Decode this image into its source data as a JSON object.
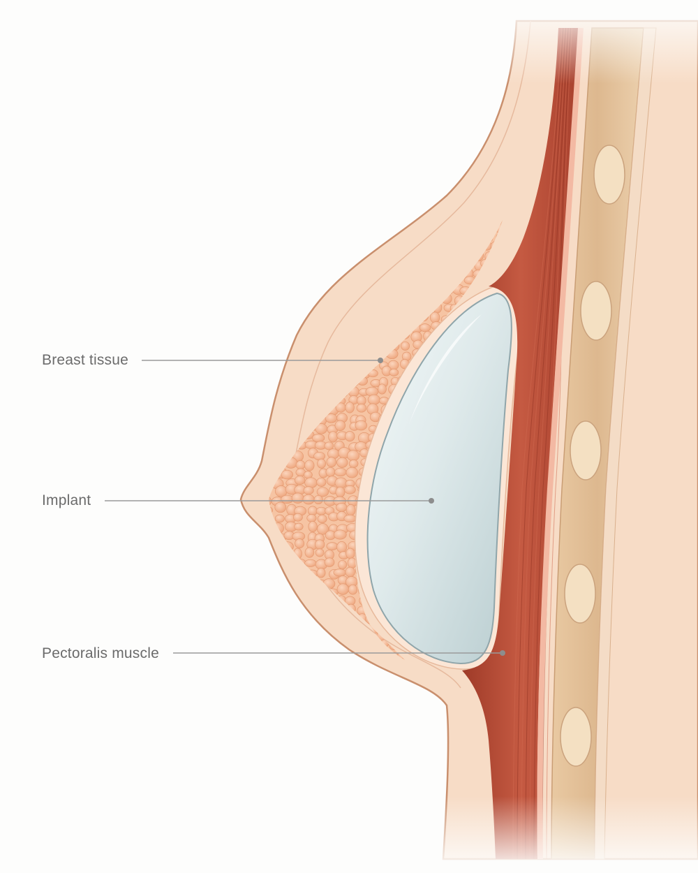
{
  "labels": {
    "breast_tissue": "Breast tissue",
    "implant": "Implant",
    "pectoralis_muscle": "Pectoralis muscle"
  },
  "colors": {
    "background": "#fdfdfc",
    "skin": "#f7dcc6",
    "skin_outline": "#c98f6d",
    "fat_lobule": "#f2b48e",
    "muscle": "#b34a35",
    "implant": "#d8e5e6",
    "rib": "#f2dcb9",
    "leader_line": "#9a9a9a"
  }
}
